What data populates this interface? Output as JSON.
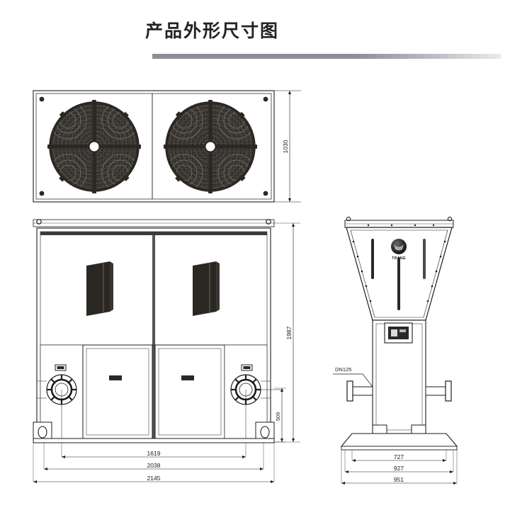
{
  "header": {
    "title": "产品外形尺寸图",
    "rule_color_start": "#8c8f96",
    "rule_color_end": "#e9eaec"
  },
  "drawing": {
    "line_color": "#1c1c1c",
    "fill_dark": "#2b2824",
    "brand": "TRANE",
    "views": {
      "top": {
        "name": "top-view",
        "fan_count": 2
      },
      "front": {
        "name": "front-view"
      },
      "side": {
        "name": "side-view"
      }
    }
  },
  "dimensions": {
    "top_view_depth": "1030",
    "front_height_total": "1987",
    "front_base_height": "509",
    "front_width_inner": "1619",
    "front_width_mid": "2038",
    "front_width_outer": "2145",
    "side_width_inner": "727",
    "side_width_mid": "927",
    "side_width_outer": "951"
  },
  "callouts": {
    "pipe_flange": "DN125"
  }
}
